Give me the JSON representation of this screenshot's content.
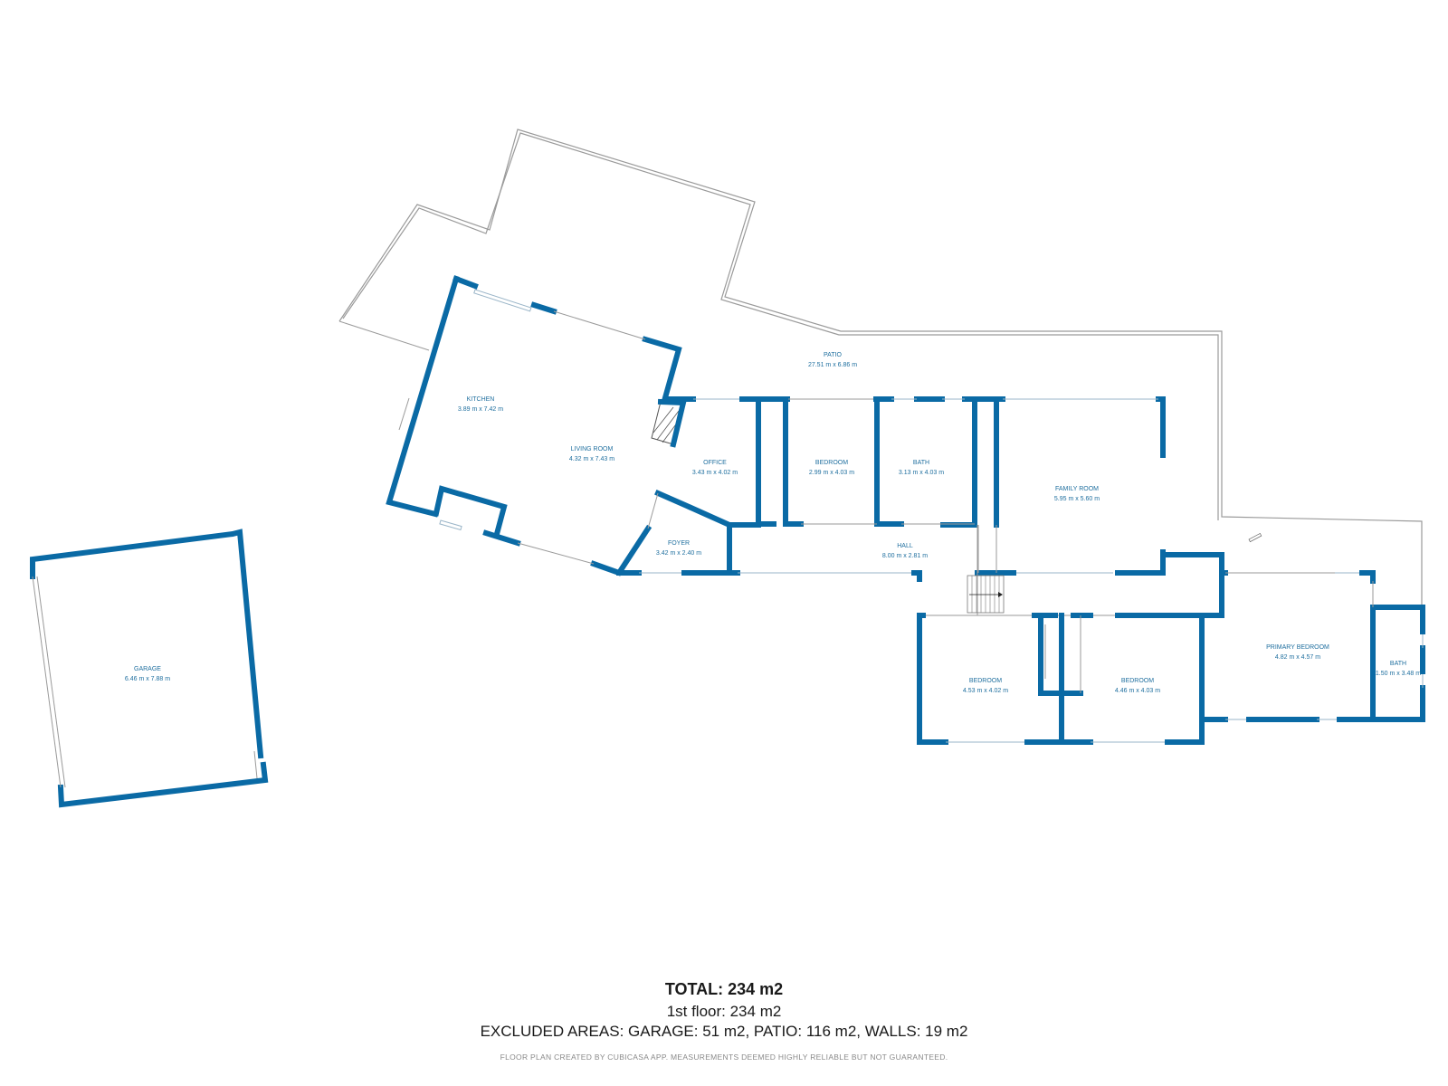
{
  "rooms": {
    "patio": {
      "name": "PATIO",
      "dims": "27.51 m x 6.86 m"
    },
    "kitchen": {
      "name": "KITCHEN",
      "dims": "3.89 m x 7.42 m"
    },
    "living_room": {
      "name": "LIVING ROOM",
      "dims": "4.32 m x 7.43 m"
    },
    "office": {
      "name": "OFFICE",
      "dims": "3.43 m x 4.02 m"
    },
    "bedroom_1": {
      "name": "BEDROOM",
      "dims": "2.99 m x 4.03 m"
    },
    "bath_1": {
      "name": "BATH",
      "dims": "3.13 m x 4.03 m"
    },
    "family_room": {
      "name": "FAMILY ROOM",
      "dims": "5.95 m x 5.60 m"
    },
    "foyer": {
      "name": "FOYER",
      "dims": "3.42 m x 2.40 m"
    },
    "hall": {
      "name": "HALL",
      "dims": "8.00 m x 2.81 m"
    },
    "garage": {
      "name": "GARAGE",
      "dims": "6.46 m x 7.88 m"
    },
    "bedroom_2": {
      "name": "BEDROOM",
      "dims": "4.53 m x 4.02 m"
    },
    "bedroom_3": {
      "name": "BEDROOM",
      "dims": "4.46 m x 4.03 m"
    },
    "primary_bedroom": {
      "name": "PRIMARY BEDROOM",
      "dims": "4.82 m x 4.57 m"
    },
    "bath_2": {
      "name": "BATH",
      "dims": "1.50 m x 3.48 m"
    }
  },
  "summary": {
    "total": "TOTAL: 234 m2",
    "floor": "1st floor: 234 m2",
    "excluded": "EXCLUDED AREAS: GARAGE: 51 m2, PATIO: 116 m2, WALLS: 19 m2",
    "credit": "FLOOR PLAN CREATED BY CUBICASA APP. MEASUREMENTS DEEMED HIGHLY RELIABLE BUT NOT GUARANTEED."
  },
  "colors": {
    "wall": "#0a6aa5",
    "label": "#1f6f9f"
  }
}
